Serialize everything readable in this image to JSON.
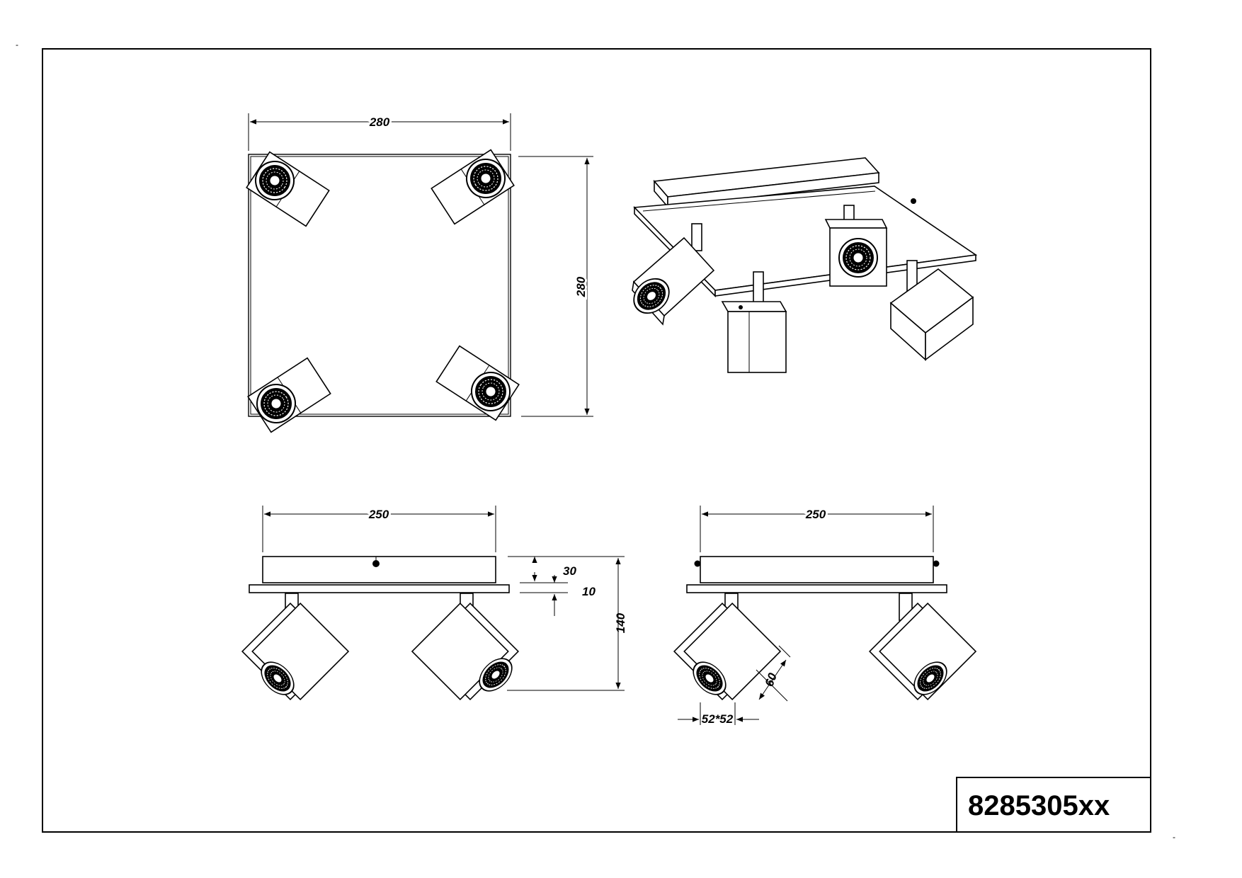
{
  "corner_marks": {
    "top_left": "-",
    "bottom_right": "-"
  },
  "top_view": {
    "width_label": "280",
    "height_label": "280"
  },
  "front_view": {
    "width_label": "250",
    "canopy_height_label": "30",
    "plate_thickness_label": "10",
    "total_height_label": "140"
  },
  "side_view": {
    "width_label": "250",
    "head_size_label": "60",
    "head_section_label": "52*52"
  },
  "title_block": {
    "article_number": "8285305xx"
  },
  "colors": {
    "line": "#000000",
    "background": "#ffffff"
  }
}
